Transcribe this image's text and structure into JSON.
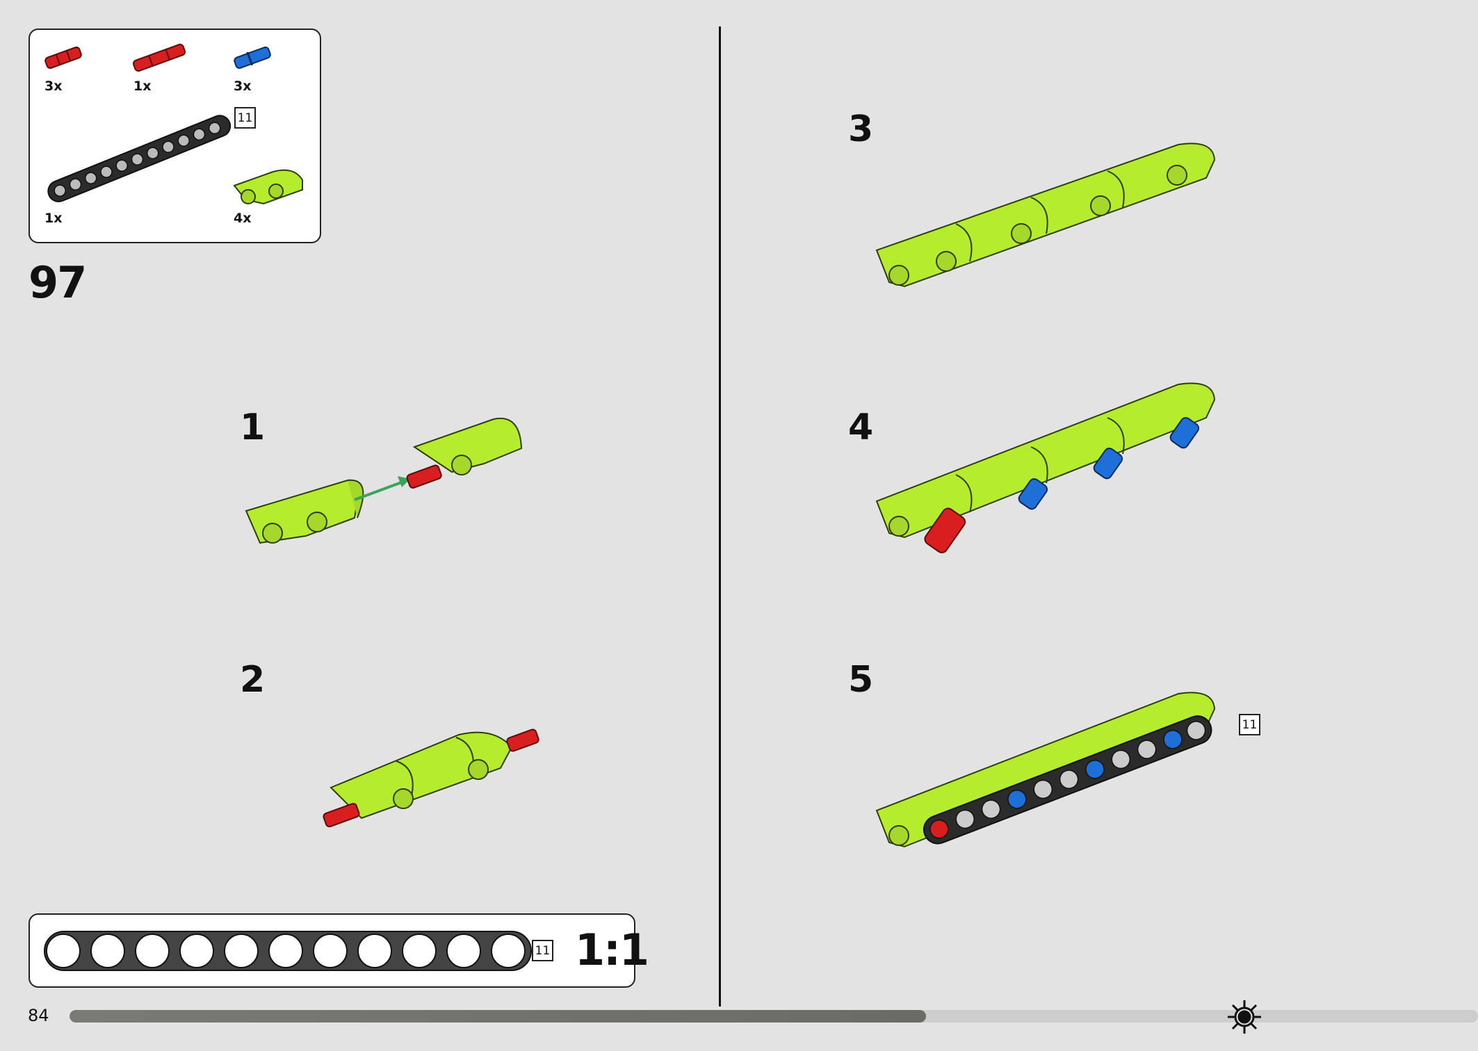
{
  "page": {
    "step_number": "97",
    "page_number": "84",
    "progress_fraction": 0.608
  },
  "parts_list": [
    {
      "part": "red axle pin",
      "qty": "3x",
      "color": "#d81e1e"
    },
    {
      "part": "red long axle pin",
      "qty": "1x",
      "color": "#d81e1e"
    },
    {
      "part": "blue axle pin",
      "qty": "3x",
      "color": "#1e6fd8"
    },
    {
      "part": "black beam",
      "qty": "1x",
      "length": "11",
      "color": "#2b2b2b"
    },
    {
      "part": "lime curved panel",
      "qty": "4x",
      "color": "#b5ec2d"
    }
  ],
  "sub_steps": [
    "1",
    "2",
    "3",
    "4",
    "5"
  ],
  "callouts": {
    "beam_length": "11",
    "ruler_length": "11",
    "ruler_scale": "1:1"
  },
  "colors": {
    "lime": "#b5ec2d",
    "red": "#d81e1e",
    "blue": "#1e6fd8",
    "black": "#2b2b2b",
    "arrow": "#3aa35c"
  },
  "icons": [
    "sun-gear-icon",
    "assembly-arrow-icon"
  ]
}
